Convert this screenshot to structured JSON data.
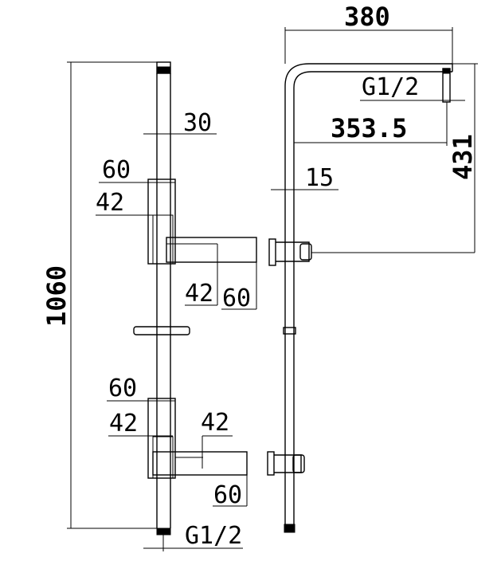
{
  "dimensions": {
    "total_height": "1060",
    "rail_width": "30",
    "upper_bracket_outer": "60",
    "upper_bracket_inner": "42",
    "upper_bracket_depth_inner": "42",
    "upper_bracket_depth_outer": "60",
    "lower_bracket_outer": "60",
    "lower_bracket_inner": "42",
    "lower_bracket_depth_inner": "42",
    "lower_bracket_depth_outer": "60",
    "bottom_thread": "G1/2",
    "arm_length": "380",
    "head_thread": "G1/2",
    "arm_offset": "353.5",
    "pipe_diameter": "15",
    "head_to_bracket": "431"
  }
}
